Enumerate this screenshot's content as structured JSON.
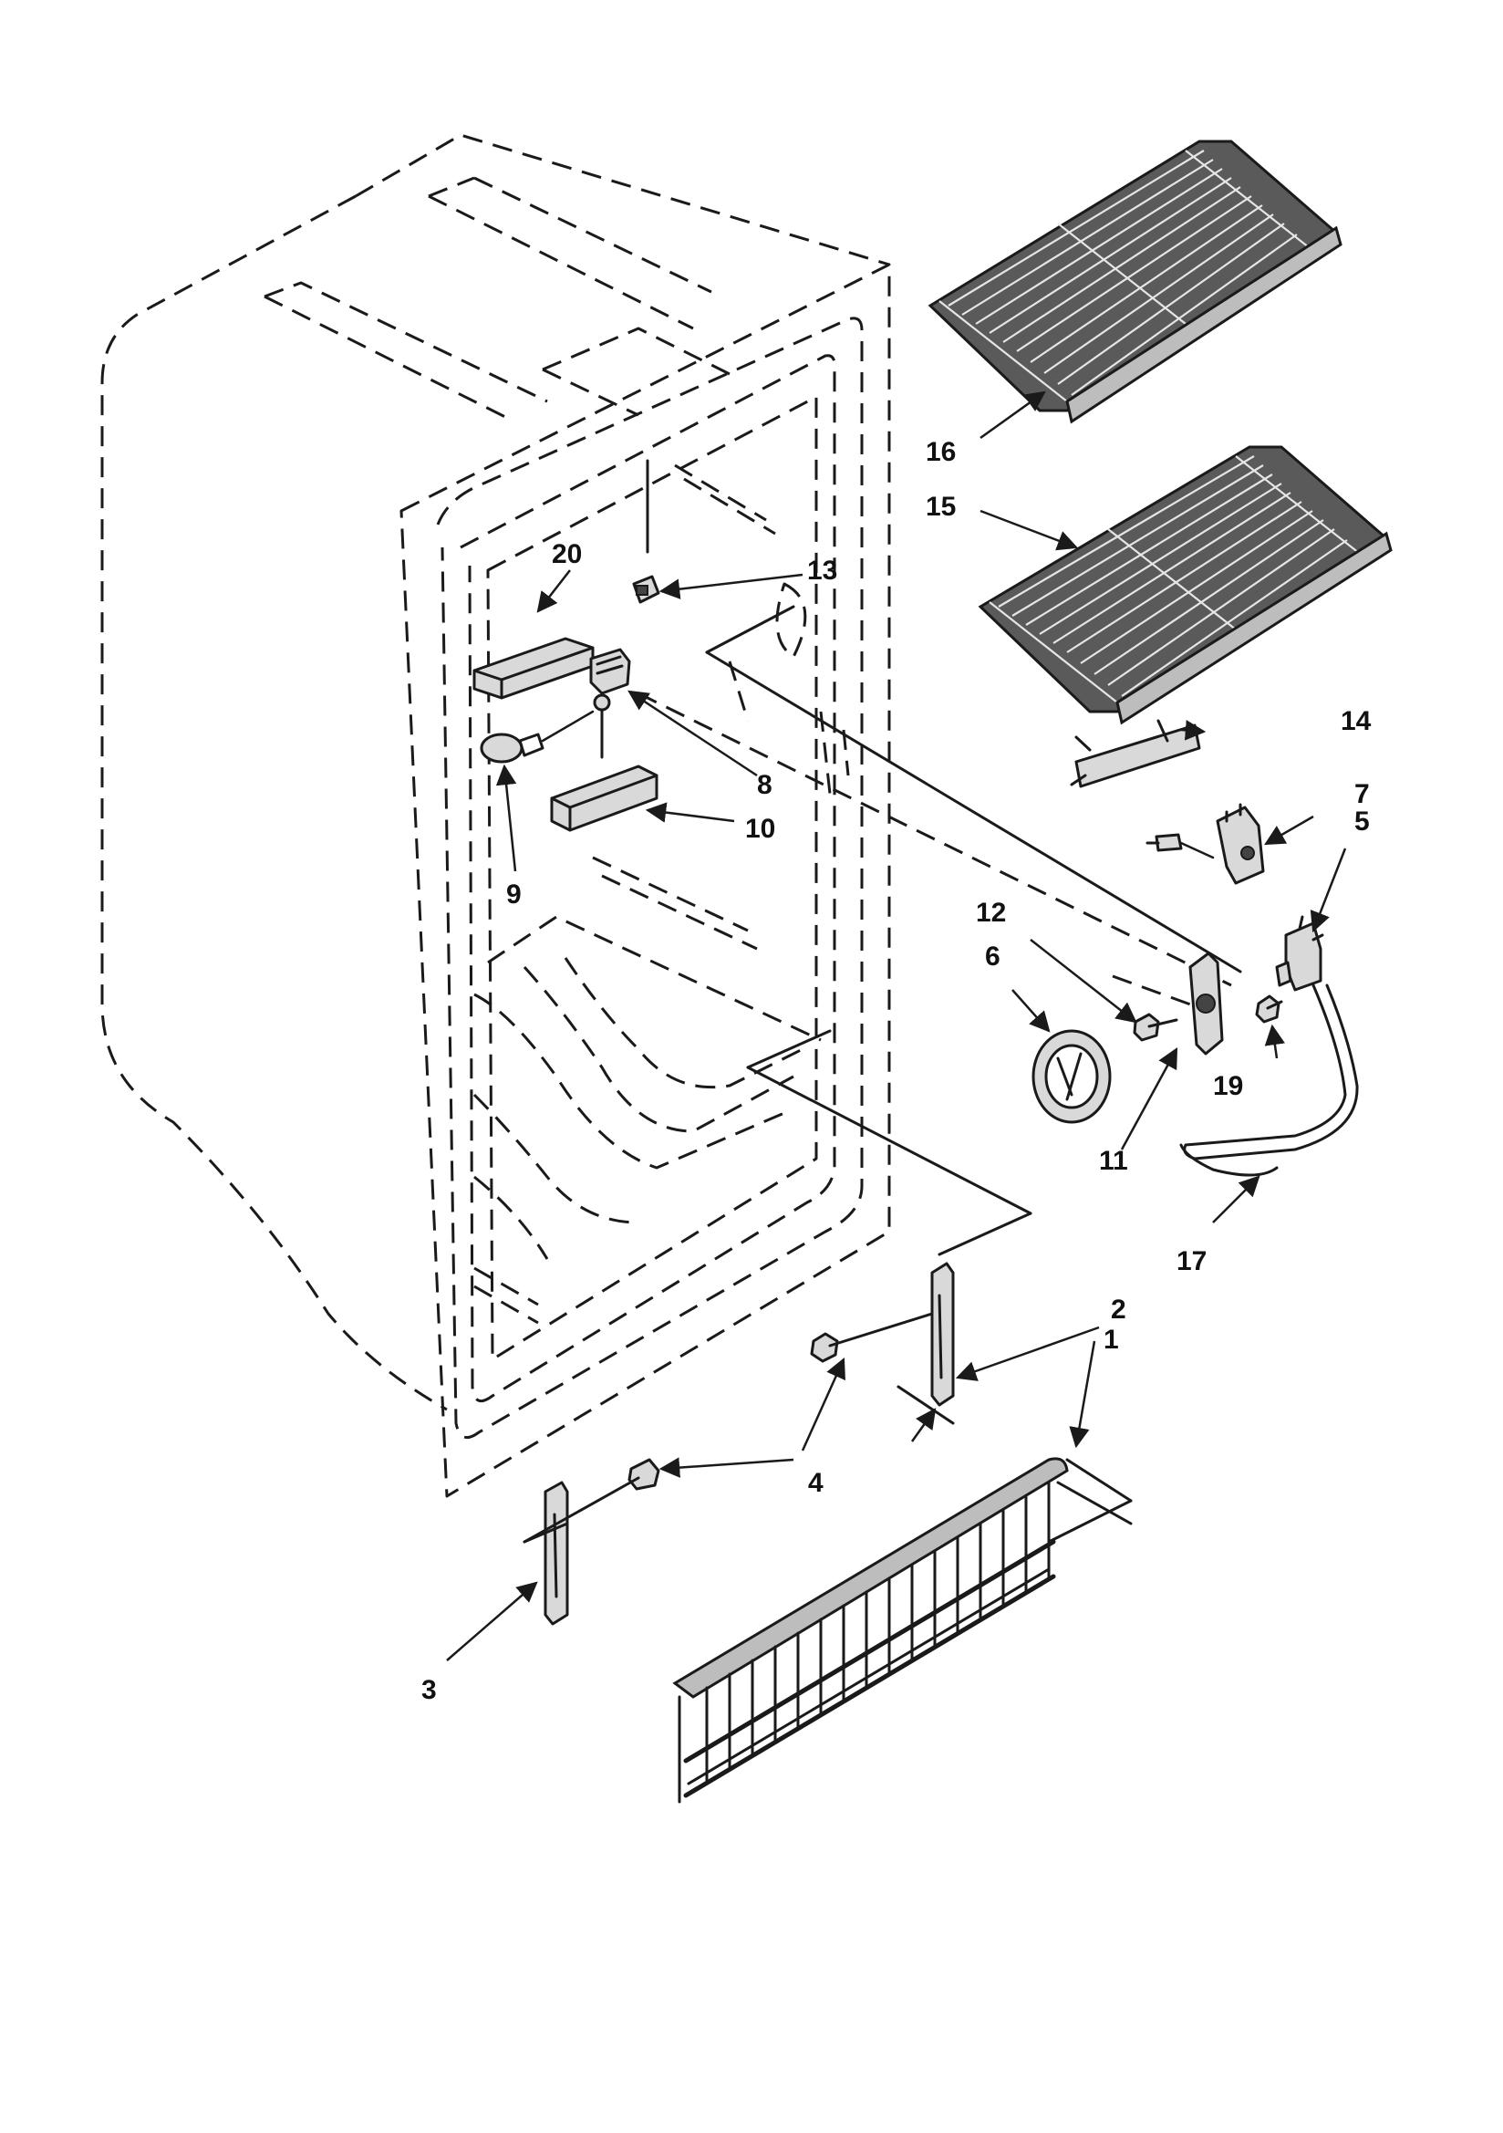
{
  "callouts": {
    "c1": "1",
    "c2": "2",
    "c3": "3",
    "c4": "4",
    "c5": "5",
    "c6": "6",
    "c7": "7",
    "c8": "8",
    "c9": "9",
    "c10": "10",
    "c11": "11",
    "c12": "12",
    "c13": "13",
    "c14": "14",
    "c15": "15",
    "c16": "16",
    "c17": "17",
    "c19": "19",
    "c20": "20"
  },
  "colors": {
    "line": "#1a1a1a",
    "background": "#ffffff",
    "rack": "#5a5a5a"
  }
}
